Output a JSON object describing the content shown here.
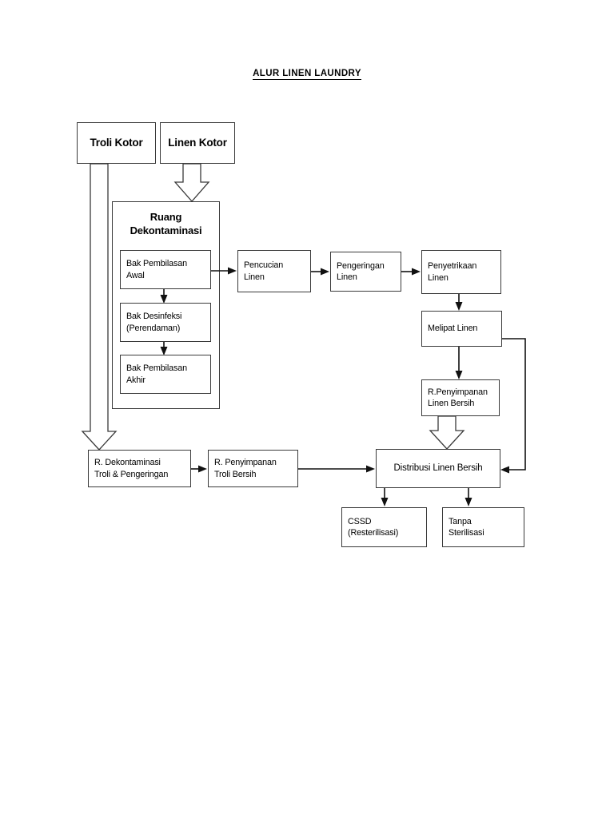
{
  "document": {
    "title": "ALUR LINEN LAUNDRY"
  },
  "diagram": {
    "type": "flowchart",
    "nodes": [
      {
        "id": "troli-kotor",
        "label": "Troli Kotor",
        "lines": [
          "Troli Kotor"
        ]
      },
      {
        "id": "linen-kotor",
        "label": "Linen Kotor",
        "lines": [
          "Linen Kotor"
        ]
      },
      {
        "id": "ruang-dekontaminasi",
        "label": "Ruang Dekontaminasi",
        "lines": [
          "Ruang",
          "Dekontaminasi"
        ]
      },
      {
        "id": "bak-pembilasan-awal",
        "label": "Bak Pembilasan Awal",
        "lines": [
          "Bak Pembilasan",
          "Awal"
        ]
      },
      {
        "id": "bak-desinfeksi",
        "label": "Bak Desinfeksi (Perendaman)",
        "lines": [
          "Bak Desinfeksi",
          "(Perendaman)"
        ]
      },
      {
        "id": "bak-pembilasan-akhir",
        "label": "Bak Pembilasan Akhir",
        "lines": [
          "Bak Pembilasan",
          "Akhir"
        ]
      },
      {
        "id": "pencucian-linen",
        "label": "Pencucian Linen",
        "lines": [
          "Pencucian",
          "Linen"
        ]
      },
      {
        "id": "pengeringan-linen",
        "label": "Pengeringan Linen",
        "lines": [
          "Pengeringan",
          "Linen"
        ]
      },
      {
        "id": "penyetrikaan-linen",
        "label": "Penyetrikaan Linen",
        "lines": [
          "Penyetrikaan",
          "Linen"
        ]
      },
      {
        "id": "melipat-linen",
        "label": "Melipat Linen",
        "lines": [
          "Melipat Linen"
        ]
      },
      {
        "id": "penyimpanan-linen-bersih",
        "label": "R.Penyimpanan Linen Bersih",
        "lines": [
          "R.Penyimpanan",
          "Linen Bersih"
        ]
      },
      {
        "id": "dekontaminasi-troli",
        "label": "R. Dekontaminasi Troli & Pengeringan",
        "lines": [
          "R. Dekontaminasi",
          "Troli & Pengeringan"
        ]
      },
      {
        "id": "penyimpanan-troli",
        "label": "R. Penyimpanan Troli Bersih",
        "lines": [
          "R. Penyimpanan",
          "Troli Bersih"
        ]
      },
      {
        "id": "distribusi-linen-bersih",
        "label": "Distribusi Linen Bersih",
        "lines": [
          "Distribusi Linen Bersih"
        ]
      },
      {
        "id": "cssd",
        "label": "CSSD (Resterilisasi)",
        "lines": [
          "CSSD",
          "(Resterilisasi)"
        ]
      },
      {
        "id": "tanpa-sterilisasi",
        "label": "Tanpa Sterilisasi",
        "lines": [
          "Tanpa",
          "Sterilisasi"
        ]
      }
    ],
    "edges": [
      {
        "from": "linen-kotor",
        "to": "ruang-dekontaminasi",
        "style": "block-arrow"
      },
      {
        "from": "troli-kotor",
        "to": "dekontaminasi-troli",
        "style": "block-arrow"
      },
      {
        "from": "bak-pembilasan-awal",
        "to": "bak-desinfeksi",
        "style": "thin-arrow"
      },
      {
        "from": "bak-desinfeksi",
        "to": "bak-pembilasan-akhir",
        "style": "thin-arrow"
      },
      {
        "from": "bak-pembilasan-awal",
        "to": "pencucian-linen",
        "style": "thin-arrow"
      },
      {
        "from": "pencucian-linen",
        "to": "pengeringan-linen",
        "style": "thin-arrow"
      },
      {
        "from": "pengeringan-linen",
        "to": "penyetrikaan-linen",
        "style": "thin-arrow"
      },
      {
        "from": "penyetrikaan-linen",
        "to": "melipat-linen",
        "style": "thin-arrow"
      },
      {
        "from": "melipat-linen",
        "to": "penyimpanan-linen-bersih",
        "style": "thin-arrow"
      },
      {
        "from": "penyimpanan-linen-bersih",
        "to": "distribusi-linen-bersih",
        "style": "block-arrow"
      },
      {
        "from": "melipat-linen",
        "to": "distribusi-linen-bersih",
        "style": "thin-arrow"
      },
      {
        "from": "dekontaminasi-troli",
        "to": "penyimpanan-troli",
        "style": "thin-arrow"
      },
      {
        "from": "penyimpanan-troli",
        "to": "distribusi-linen-bersih",
        "style": "thin-arrow"
      },
      {
        "from": "distribusi-linen-bersih",
        "to": "cssd",
        "style": "thin-arrow"
      },
      {
        "from": "distribusi-linen-bersih",
        "to": "tanpa-sterilisasi",
        "style": "thin-arrow"
      }
    ],
    "colors": {
      "background": "#ffffff",
      "box_border": "#3a3a3a",
      "connector": "#111111",
      "text": "#000000"
    }
  }
}
